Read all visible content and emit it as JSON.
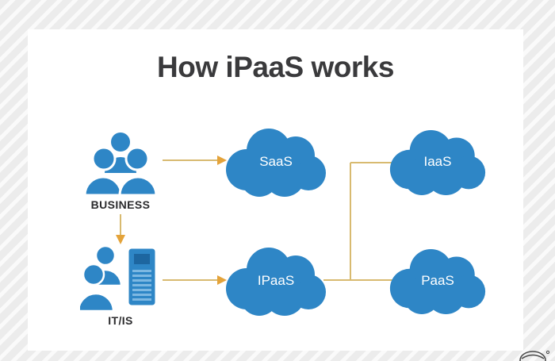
{
  "title": "How iPaaS works",
  "diagram": {
    "actors": [
      {
        "id": "business",
        "label": "BUSINESS",
        "icon": "people-group-icon"
      },
      {
        "id": "it-is",
        "label": "IT/IS",
        "icon": "people-server-icon"
      }
    ],
    "clouds": [
      {
        "id": "saas",
        "label": "SaaS"
      },
      {
        "id": "iaas",
        "label": "IaaS"
      },
      {
        "id": "ipaas",
        "label": "IPaaS"
      },
      {
        "id": "paas",
        "label": "PaaS"
      }
    ],
    "connections": [
      {
        "from": "BUSINESS",
        "to": "SaaS",
        "type": "arrow"
      },
      {
        "from": "BUSINESS",
        "to": "IT/IS",
        "type": "arrow"
      },
      {
        "from": "IT/IS",
        "to": "IPaaS",
        "type": "arrow"
      },
      {
        "from": "IPaaS",
        "to": "IaaS",
        "type": "line"
      },
      {
        "from": "IPaaS",
        "to": "PaaS",
        "type": "line"
      }
    ]
  },
  "colors": {
    "cloud_blue": "#2e86c6",
    "icon_blue": "#2e86c6",
    "server_vent": "#1d66a0",
    "server_stripe": "#7db8e2",
    "connector_line": "#d8ba70",
    "arrowhead": "#e4a33a",
    "title_text": "#3a3a3c",
    "label_text": "#2b2b2d",
    "cloud_text": "#ffffff",
    "card_bg": "#ffffff"
  }
}
